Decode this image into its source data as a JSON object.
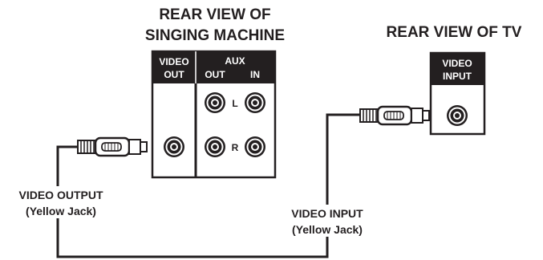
{
  "titles": {
    "machine_line1": "REAR VIEW OF",
    "machine_line2": "SINGING MACHINE",
    "tv": "REAR VIEW OF TV"
  },
  "machine_panel": {
    "video_header_line1": "VIDEO",
    "video_header_line2": "OUT",
    "aux_header": "AUX",
    "aux_out": "OUT",
    "aux_in": "IN",
    "left_marker": "L",
    "right_marker": "R"
  },
  "tv_panel": {
    "header_line1": "VIDEO",
    "header_line2": "INPUT"
  },
  "labels": {
    "output_line1": "VIDEO OUTPUT",
    "output_line2": "(Yellow Jack)",
    "input_line1": "VIDEO INPUT",
    "input_line2": "(Yellow Jack)"
  },
  "colors": {
    "ink": "#231f20",
    "panel": "#ffffff"
  }
}
